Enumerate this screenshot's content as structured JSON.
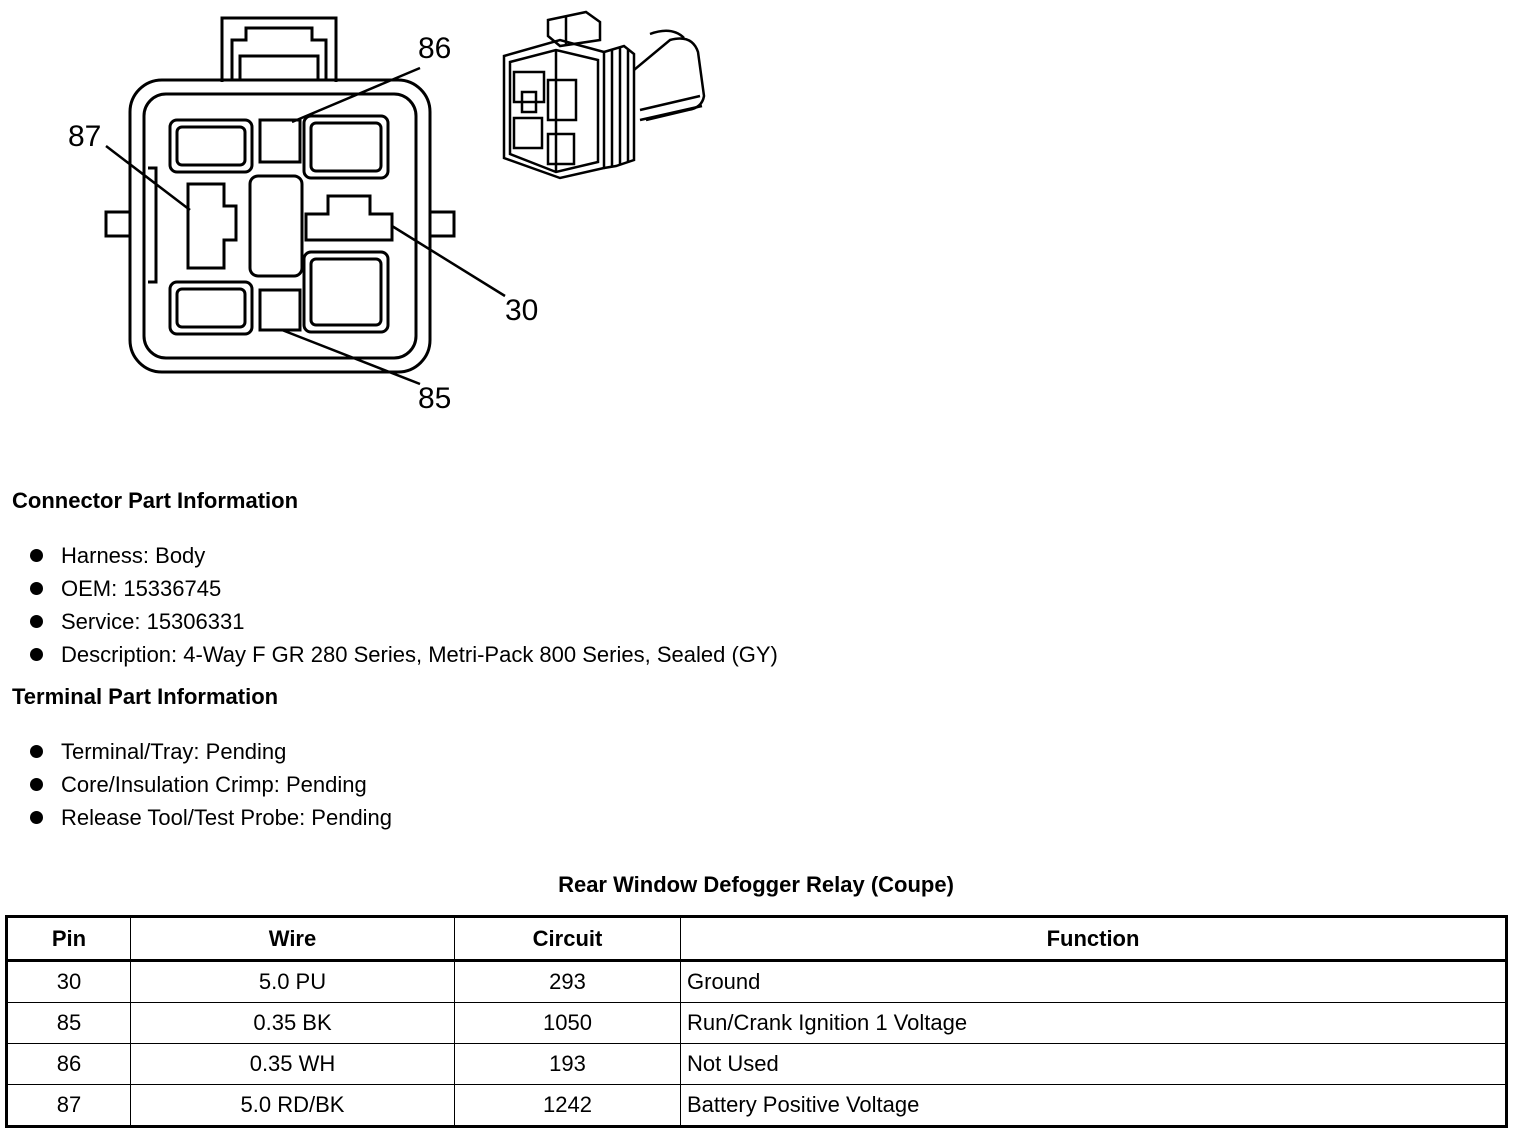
{
  "diagram": {
    "pin_labels": [
      "87",
      "86",
      "30",
      "85"
    ],
    "icons": [
      "connector-face-icon",
      "connector-perspective-icon"
    ]
  },
  "connector_info": {
    "title": "Connector Part Information",
    "items": [
      "Harness: Body",
      "OEM: 15336745",
      "Service: 15306331",
      "Description: 4-Way F GR 280 Series, Metri-Pack 800 Series, Sealed (GY)"
    ]
  },
  "terminal_info": {
    "title": "Terminal Part Information",
    "items": [
      "Terminal/Tray: Pending",
      "Core/Insulation Crimp: Pending",
      "Release Tool/Test Probe: Pending"
    ]
  },
  "table": {
    "title": "Rear Window Defogger Relay (Coupe)",
    "headers": [
      "Pin",
      "Wire",
      "Circuit",
      "Function"
    ],
    "rows": [
      [
        "30",
        "5.0 PU",
        "293",
        "Ground"
      ],
      [
        "85",
        "0.35 BK",
        "1050",
        "Run/Crank Ignition 1 Voltage"
      ],
      [
        "86",
        "0.35 WH",
        "193",
        "Not Used"
      ],
      [
        "87",
        "5.0 RD/BK",
        "1242",
        "Battery Positive Voltage"
      ]
    ]
  }
}
